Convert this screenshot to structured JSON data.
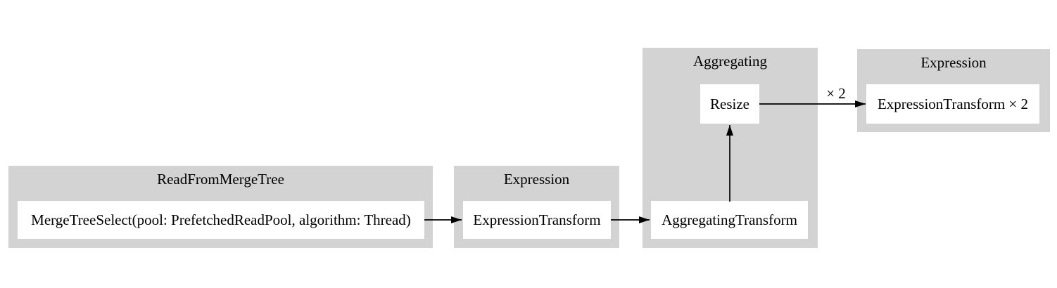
{
  "diagram": {
    "type": "pipeline-graph",
    "colors": {
      "background": "#ffffff",
      "cluster_fill": "#d3d3d3",
      "node_fill": "#ffffff",
      "edge": "#000000",
      "text": "#000000"
    },
    "clusters": [
      {
        "label": "ReadFromMergeTree"
      },
      {
        "label": "Expression"
      },
      {
        "label": "Aggregating"
      },
      {
        "label": "Expression"
      }
    ],
    "nodes": [
      {
        "label": "MergeTreeSelect(pool: PrefetchedReadPool, algorithm: Thread)",
        "cluster": "ReadFromMergeTree"
      },
      {
        "label": "ExpressionTransform",
        "cluster": "Expression"
      },
      {
        "label": "AggregatingTransform",
        "cluster": "Aggregating"
      },
      {
        "label": "Resize",
        "cluster": "Aggregating"
      },
      {
        "label": "ExpressionTransform × 2",
        "cluster": "Expression"
      }
    ],
    "edges": [
      {
        "from": "MergeTreeSelect(pool: PrefetchedReadPool, algorithm: Thread)",
        "to": "ExpressionTransform",
        "label": ""
      },
      {
        "from": "ExpressionTransform",
        "to": "AggregatingTransform",
        "label": ""
      },
      {
        "from": "AggregatingTransform",
        "to": "Resize",
        "label": ""
      },
      {
        "from": "Resize",
        "to": "ExpressionTransform × 2",
        "label": "× 2"
      }
    ]
  }
}
